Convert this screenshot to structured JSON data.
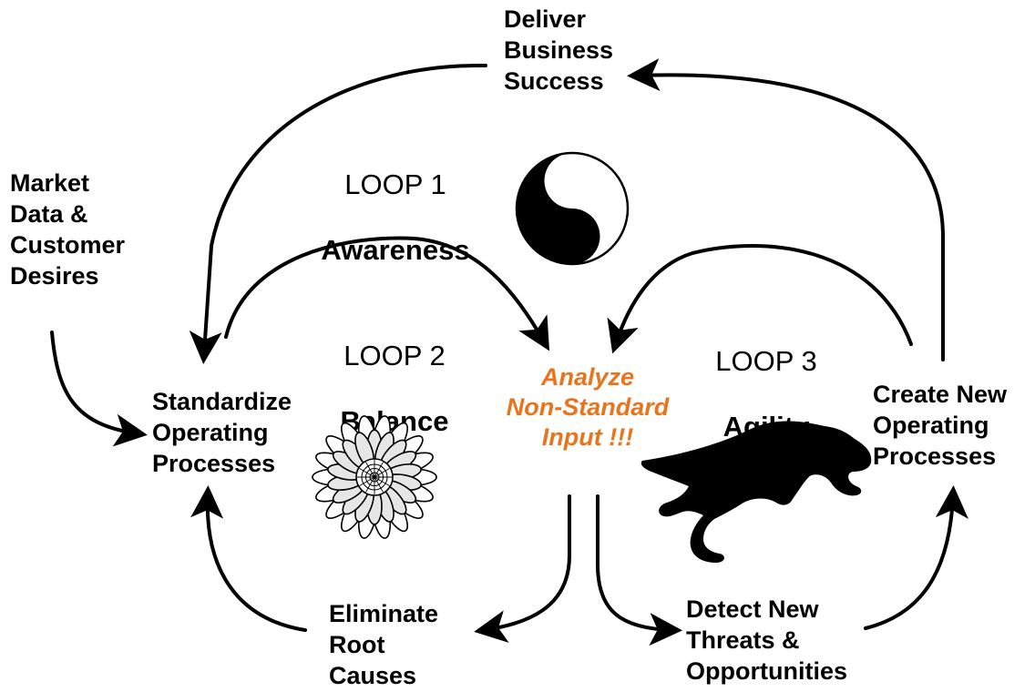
{
  "colors": {
    "accent": "#E8741E",
    "ink": "#000000"
  },
  "nodes": {
    "deliver": "Deliver\nBusiness\nSuccess",
    "market": "Market\nData &\nCustomer\nDesires",
    "standardize": "Standardize\nOperating\nProcesses",
    "analyze": "Analyze\nNon-Standard\nInput !!!",
    "create": "Create New\nOperating\nProcesses",
    "eliminate": "Eliminate\nRoot\nCauses",
    "detect": "Detect New\nThreats &\nOpportunities"
  },
  "loops": [
    {
      "head": "LOOP 1",
      "name": "Awareness",
      "icon": "yin-yang-icon"
    },
    {
      "head": "LOOP 2",
      "name": "Balance",
      "icon": "sunflower-icon"
    },
    {
      "head": "LOOP 3",
      "name": "Agility",
      "icon": "panther-icon"
    }
  ]
}
